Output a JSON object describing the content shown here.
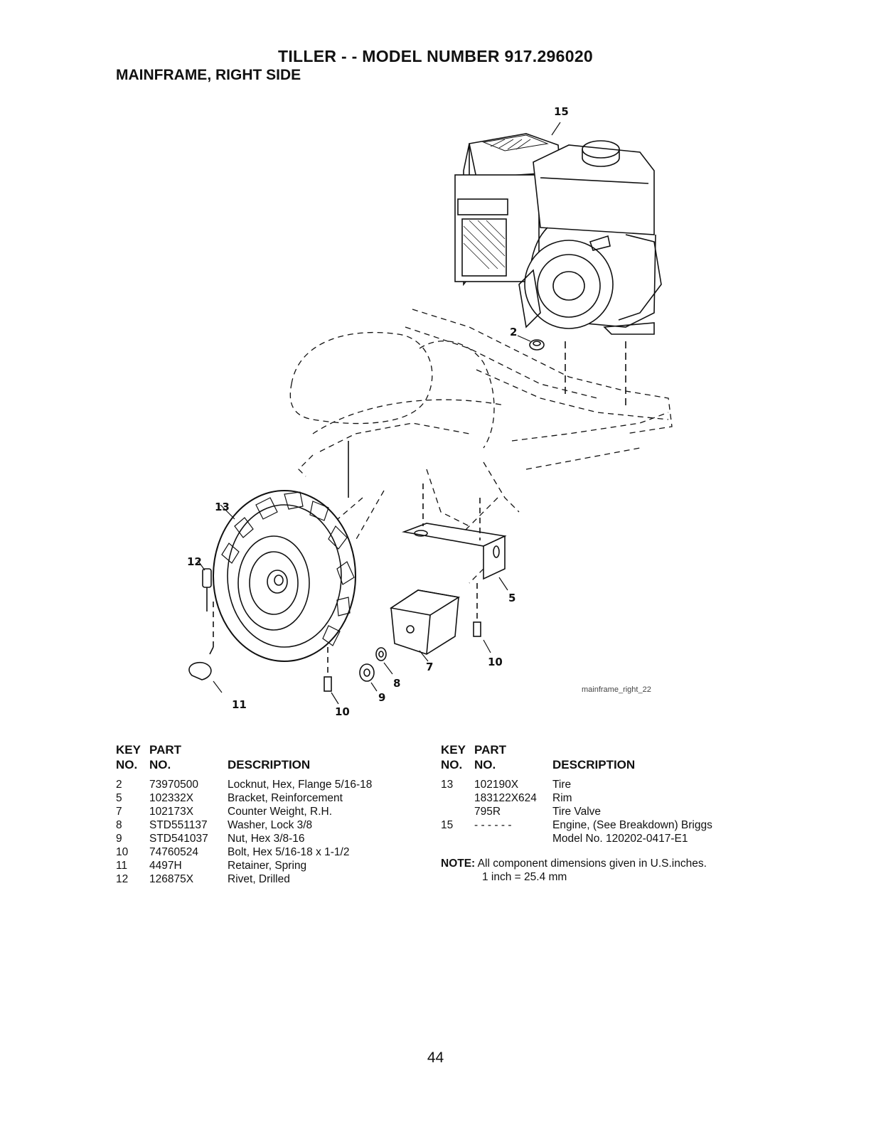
{
  "header": {
    "title": "TILLER - - MODEL NUMBER 917.296020",
    "subtitle": "MAINFRAME, RIGHT SIDE"
  },
  "diagram": {
    "image_label": "mainframe_right_22",
    "callouts": [
      "15",
      "2",
      "13",
      "12",
      "5",
      "10",
      "7",
      "8",
      "9",
      "11",
      "10"
    ]
  },
  "table_headers": {
    "key": "KEY",
    "no": "NO.",
    "part": "PART",
    "part_no": "NO.",
    "description": "DESCRIPTION"
  },
  "parts_left": [
    {
      "key": "2",
      "part": "73970500",
      "desc": "Locknut, Hex, Flange 5/16-18"
    },
    {
      "key": "5",
      "part": "102332X",
      "desc": "Bracket, Reinforcement"
    },
    {
      "key": "7",
      "part": "102173X",
      "desc": "Counter Weight, R.H."
    },
    {
      "key": "8",
      "part": "STD551137",
      "desc": "Washer, Lock 3/8"
    },
    {
      "key": "9",
      "part": "STD541037",
      "desc": "Nut, Hex 3/8-16"
    },
    {
      "key": "10",
      "part": "74760524",
      "desc": "Bolt, Hex 5/16-18 x 1-1/2"
    },
    {
      "key": "11",
      "part": "4497H",
      "desc": "Retainer, Spring"
    },
    {
      "key": "12",
      "part": "126875X",
      "desc": "Rivet, Drilled"
    }
  ],
  "parts_right": [
    {
      "key": "13",
      "part": "102190X",
      "desc": "Tire"
    },
    {
      "key": "",
      "part": "183122X624",
      "desc": "Rim"
    },
    {
      "key": "",
      "part": "795R",
      "desc": "Tire Valve"
    },
    {
      "key": "15",
      "part": "- - - - - -",
      "desc": "Engine, (See Breakdown) Briggs"
    },
    {
      "key": "",
      "part": "",
      "desc": "Model No. 120202-0417-E1"
    }
  ],
  "note": {
    "label": "NOTE:",
    "line1": "All component dimensions given in U.S.inches.",
    "line2": "1 inch = 25.4 mm"
  },
  "page_number": "44"
}
